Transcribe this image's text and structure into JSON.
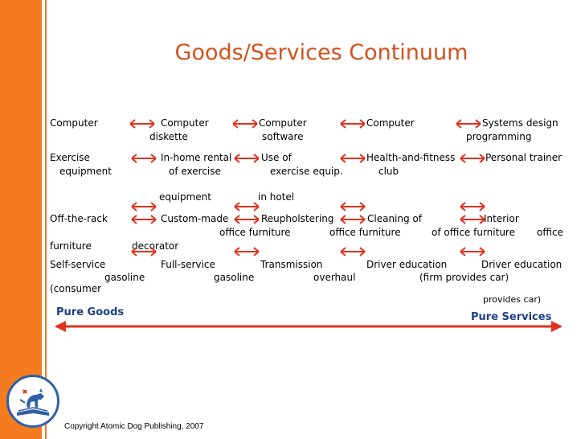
{
  "title": "Goods/Services Continuum",
  "rows": [
    {
      "id": "computer",
      "cells": [
        {
          "text": "Computer"
        },
        {
          "text": "Computer"
        },
        {
          "text": "diskette"
        },
        {
          "text": "Computer"
        },
        {
          "text": "software"
        },
        {
          "text": "Computer"
        },
        {
          "text": "Systems design"
        },
        {
          "text": "programming"
        }
      ]
    },
    {
      "id": "exercise",
      "cells": [
        {
          "text": "Exercise"
        },
        {
          "text": "equipment"
        },
        {
          "text": "In-home rental"
        },
        {
          "text": "of exercise"
        },
        {
          "text": "equipment"
        },
        {
          "text": "Use of"
        },
        {
          "text": "exercise equip."
        },
        {
          "text": "in hotel"
        },
        {
          "text": "Health-and-fitness"
        },
        {
          "text": "club"
        },
        {
          "text": "Personal trainer"
        }
      ]
    },
    {
      "id": "furniture",
      "cells": [
        {
          "text": "Off-the-rack"
        },
        {
          "text": "furniture"
        },
        {
          "text": "Custom-made"
        },
        {
          "text": "office furniture"
        },
        {
          "text": "Reupholstering"
        },
        {
          "text": "office furniture"
        },
        {
          "text": "Cleaning of"
        },
        {
          "text": "of office furniture"
        },
        {
          "text": "Interior"
        },
        {
          "text": "office"
        },
        {
          "text": "decorator"
        }
      ]
    },
    {
      "id": "auto",
      "cells": [
        {
          "text": "Self-service"
        },
        {
          "text": "gasoline"
        },
        {
          "text": "(consumer"
        },
        {
          "text": "Full-service"
        },
        {
          "text": "gasoline"
        },
        {
          "text": "Transmission"
        },
        {
          "text": "overhaul"
        },
        {
          "text": "Driver education"
        },
        {
          "text": "(firm provides car)"
        },
        {
          "text": "Driver education"
        },
        {
          "text": "provides car)"
        }
      ]
    }
  ],
  "pure_goods": "Pure Goods",
  "pure_services": "Pure Services",
  "copyright": "Copyright Atomic Dog Publishing, 2007",
  "colors": {
    "accent": "#f47b20",
    "title": "#d2521e",
    "arrow": "#e0321e",
    "axis": "#e0321e",
    "label": "#1f3f86"
  }
}
